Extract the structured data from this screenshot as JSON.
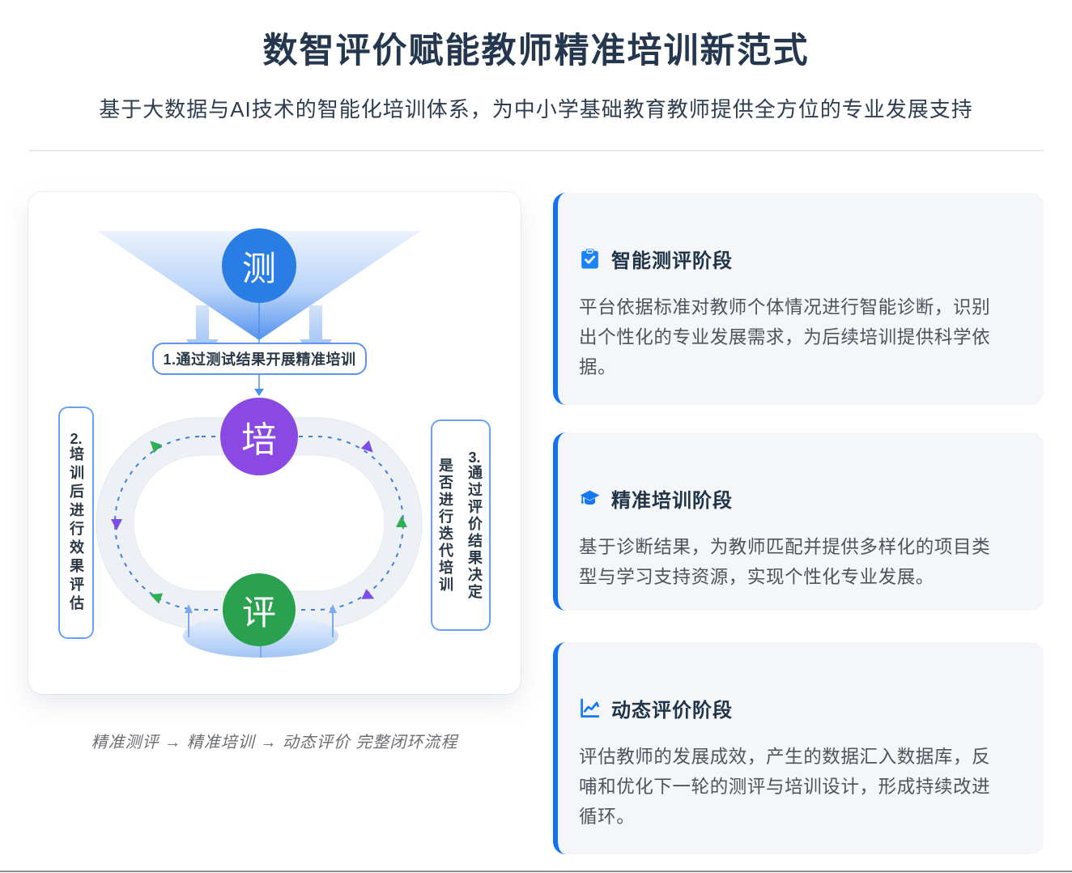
{
  "page": {
    "title": "数智评价赋能教师精准培训新范式",
    "subtitle": "基于大数据与AI技术的智能化培训体系，为中小学基础教育教师提供全方位的专业发展支持"
  },
  "diagram": {
    "node_test": "测",
    "node_train": "培",
    "node_eval": "评",
    "step1_label": "1.通过测试结果开展精准培训",
    "step2_num": "2.",
    "step2_label": "培训后进行效果评估",
    "step3_num": "3.",
    "step3_label": "通过评价结果决定\n是否进行迭代培训",
    "caption": "精准测评 → 精准培训 → 动态评价 完整闭环流程",
    "colors": {
      "test_circle": "#2a7de4",
      "train_circle": "#8a49e2",
      "eval_circle": "#2aa14e",
      "loop_dash": "#3d80d8",
      "green_marker": "#2fae52",
      "purple_marker": "#7b4ce8",
      "funnel_blue": "#4b8cee"
    }
  },
  "stages": [
    {
      "icon": "clipboard-check-icon",
      "title": "智能测评阶段",
      "body": "平台依据标准对教师个体情况进行智能诊断，识别出个性化的专业发展需求，为后续培训提供科学依据。"
    },
    {
      "icon": "graduation-cap-icon",
      "title": "精准培训阶段",
      "body": "基于诊断结果，为教师匹配并提供多样化的项目类型与学习支持资源，实现个性化专业发展。"
    },
    {
      "icon": "line-chart-icon",
      "title": "动态评价阶段",
      "body": "评估教师的发展成效，产生的数据汇入数据库，反哺和优化下一轮的测评与培训设计，形成持续改进循环。"
    }
  ],
  "theme": {
    "accent_blue": "#1478f2",
    "card_background": "#f4f6f9",
    "title_color": "#24374e",
    "body_color": "#4f545a",
    "caption_color": "#6b6e72"
  }
}
